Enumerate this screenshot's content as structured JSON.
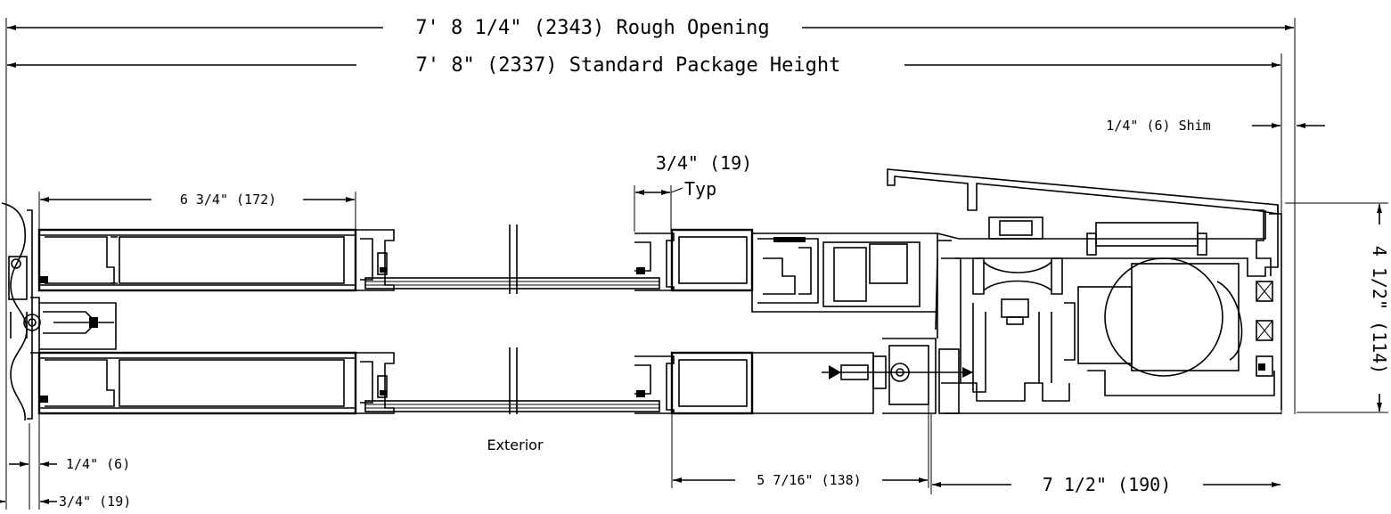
{
  "dimensions": {
    "rough_opening": "7' 8 1/4\" (2343) Rough Opening",
    "package_height": "7' 8\" (2337) Standard Package Height",
    "shim": "1/4\" (6) Shim",
    "glass_bay": "3/4\" (19)",
    "typ": "Typ",
    "panel_width": "6 3/4\" (172)",
    "jamb_depth": "4 1/2\" (114)",
    "bottom_quarter": "1/4\" (6)",
    "bottom_three_quarter": "3/4\" (19)",
    "frame_width": "5 7/16\" (138)",
    "header_width": "7 1/2\" (190)"
  },
  "notes": {
    "exterior": "Exterior"
  }
}
